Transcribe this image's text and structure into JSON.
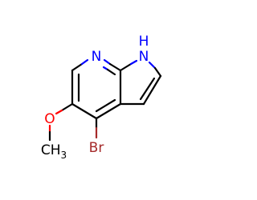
{
  "molecule": {
    "atoms": {
      "N_pyridine": "N",
      "N_pyrrole": "N",
      "H_pyrrole": "H",
      "O_methoxy": "O",
      "methyl_C": "CH",
      "methyl_sub": "3",
      "Br_symbol": "Br"
    },
    "colors": {
      "bond": "#000000",
      "nitrogen": "#0000ff",
      "oxygen": "#ff0000",
      "bromine": "#a52a2a",
      "carbon": "#000000"
    }
  }
}
